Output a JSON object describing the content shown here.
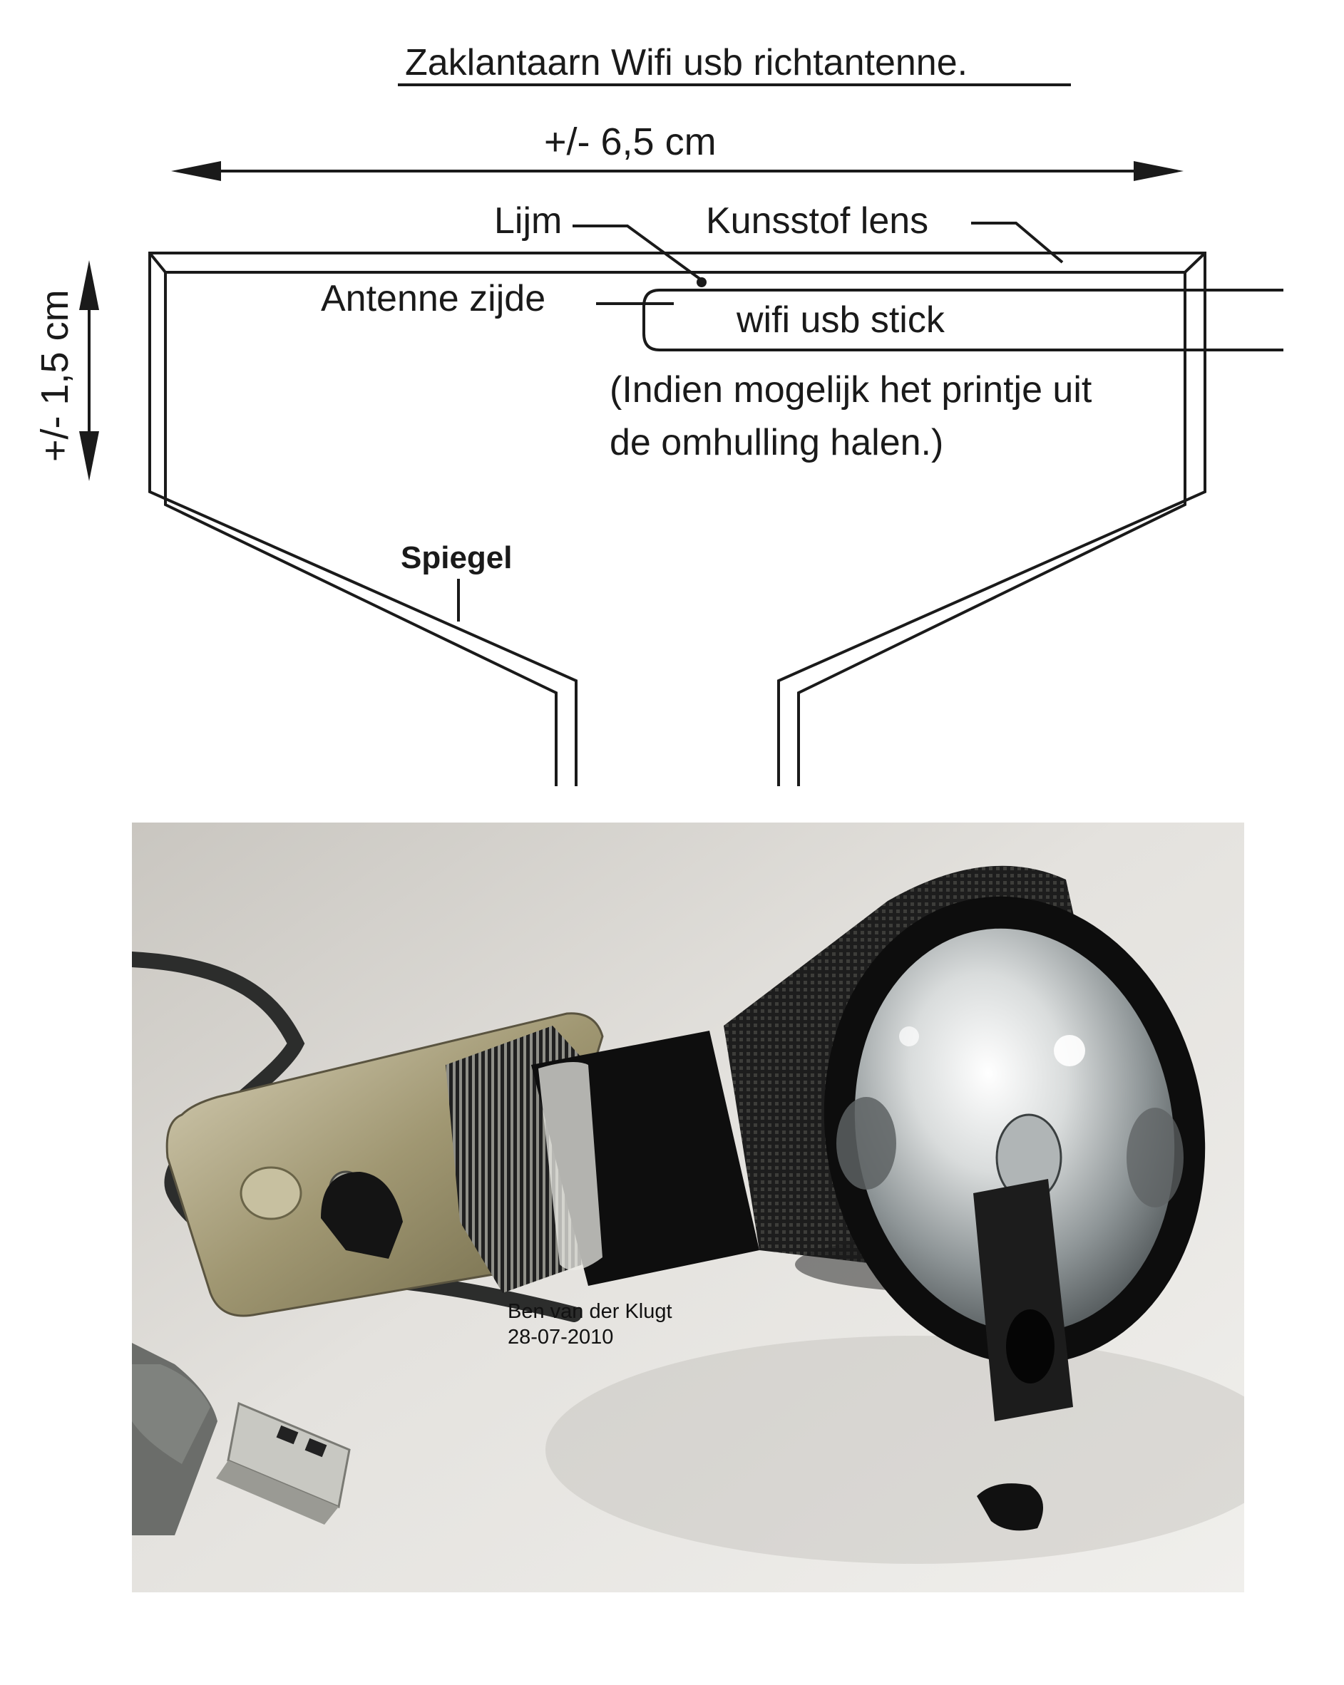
{
  "title": "Zaklantaarn Wifi usb richtantenne.",
  "width_dimension": "+/- 6,5 cm",
  "height_dimension": "+/- 1,5 cm",
  "labels": {
    "glue": "Lijm",
    "plastic_lens": "Kunsstof lens",
    "antenna_side": "Antenne zijde",
    "usb_stick": "wifi usb stick",
    "note_line1": "(Indien mogelijk het printje uit",
    "note_line2": "de omhulling halen.)",
    "mirror": "Spiegel"
  },
  "photo": {
    "author": "Ben van der Klugt",
    "date": "28-07-2010"
  }
}
